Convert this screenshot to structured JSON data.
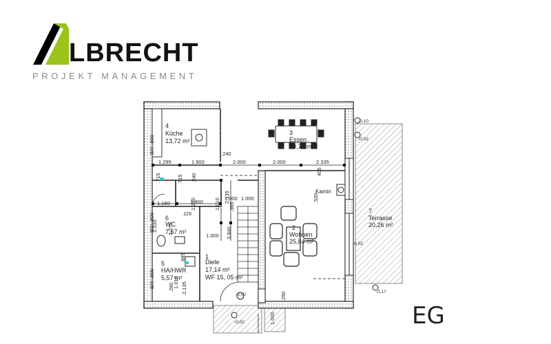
{
  "brand": {
    "name": "LBRECHT",
    "tagline": "PROJEKT MANAGEMENT",
    "accent": "#9bc31c"
  },
  "floor": "EG",
  "rooms": [
    {
      "num": "4",
      "name": "Küche",
      "area": "13,72 m²"
    },
    {
      "num": "3",
      "name": "Essen",
      "area": "30,71 m²"
    },
    {
      "num": "7",
      "name": "Terrasse",
      "area": "20,26 m²"
    },
    {
      "num": "6",
      "name": "WC",
      "area": "7,67 m²"
    },
    {
      "num": "2",
      "name": "Wohnen",
      "area": "25,84 m²"
    },
    {
      "num": "1",
      "name": "Diele",
      "area": "17,14 m²",
      "extra": "WF 15, 05 m²"
    },
    {
      "num": "5",
      "name": "HA/HWR",
      "area": "5,57 m²"
    }
  ],
  "labels": {
    "kamin": "Kamin",
    "br1": "BR: .800",
    "br2": "BR: .800",
    "br3": "BR: .800",
    "elev1": "-0,10",
    "elev2": "-0,02",
    "elev3": "-0,02",
    "elev4": "-0,17",
    "elev5": "-0,02",
    "elev6": "-0,00"
  },
  "dims": {
    "d1295": "1.295",
    "d1900a": "1.900",
    "d2000a": "2.000",
    "d2000b": "2.000",
    "d2335": "2.335",
    "d240": ".240",
    "d1180": "1.180",
    "d1900b": "1.900",
    "d1000a": "1.000",
    "d1000b": "1.000",
    "d1000c": "1.000",
    "d1000d": "1.000",
    "d405": "405",
    "d520": ".520",
    "d115": ".115",
    "d1010": "1.010",
    "d2135a": "2.135",
    "d365": ".365",
    "d2535": "2.535",
    "d1275": "1.275",
    "d3840": "3.840",
    "d715a": ".715",
    "d715b": ".715",
    "d240b": ".240",
    "d250": ".250",
    "d1010b": "1.010",
    "d2135b": "2.135",
    "d260": ".260",
    "d1290": "1.290",
    "d885": ".885"
  }
}
